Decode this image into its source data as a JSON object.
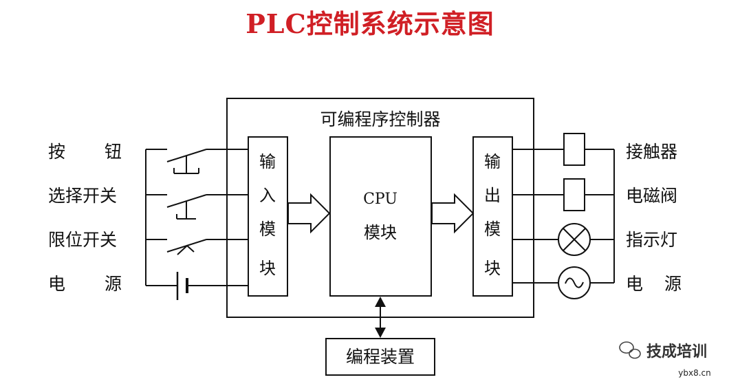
{
  "title": "PLC控制系统示意图",
  "controller": {
    "label": "可编程序控制器",
    "input_module": [
      "输",
      "入",
      "模",
      "块"
    ],
    "cpu_line1": "CPU",
    "cpu_line2": "模块",
    "output_module": [
      "输",
      "出",
      "模",
      "块"
    ],
    "programmer": "编程装置"
  },
  "inputs": {
    "button": [
      "按",
      "钮"
    ],
    "selector": "选择开关",
    "limit": "限位开关",
    "power": [
      "电",
      "源"
    ]
  },
  "outputs": {
    "contactor": "接触器",
    "solenoid": "电磁阀",
    "indicator": "指示灯",
    "power": [
      "电",
      "源"
    ]
  },
  "watermark": {
    "name": "技成培训",
    "url": "ybx8.cn"
  }
}
